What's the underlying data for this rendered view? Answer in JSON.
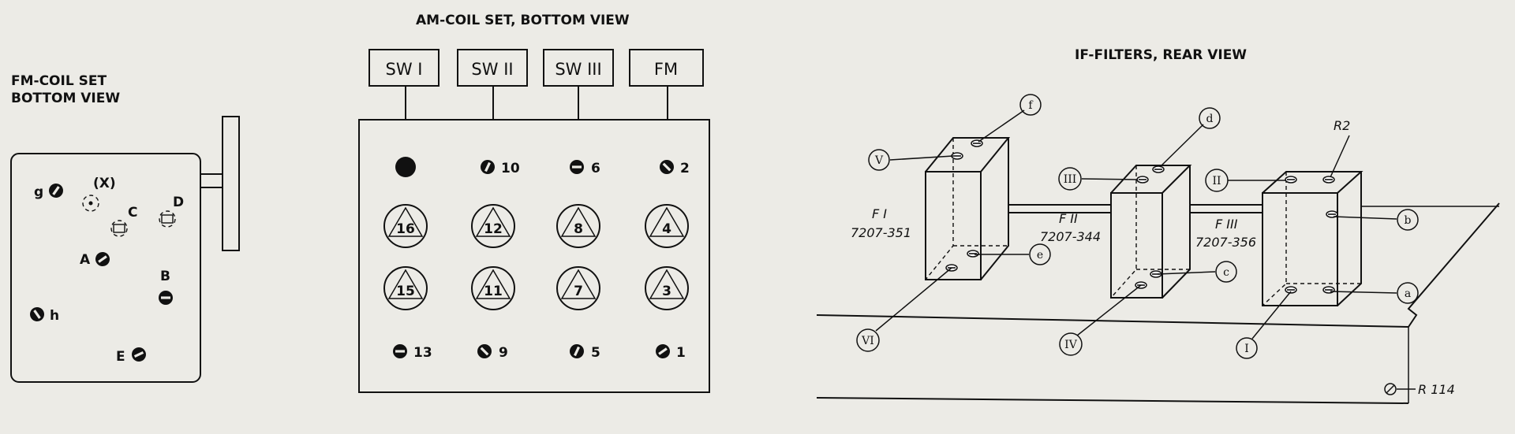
{
  "fm_coil": {
    "title_line1": "FM-COIL SET",
    "title_line2": "BOTTOM VIEW",
    "labels": {
      "g": "g",
      "x": "(X)",
      "c": "C",
      "d": "D",
      "a": "A",
      "b": "B",
      "h": "h",
      "e": "E"
    }
  },
  "am_coil": {
    "title": "AM-COIL SET, BOTTOM VIEW",
    "switches": [
      "SW I",
      "SW II",
      "SW III",
      "FM"
    ],
    "top_numbers": [
      "10",
      "6",
      "2"
    ],
    "row2": [
      "16",
      "12",
      "8",
      "4"
    ],
    "row3": [
      "15",
      "11",
      "7",
      "3"
    ],
    "bottom_numbers": [
      "13",
      "9",
      "5",
      "1"
    ]
  },
  "if_filters": {
    "title": "IF-FILTERS, REAR VIEW",
    "filters": [
      {
        "name": "F I",
        "part": "7207-351"
      },
      {
        "name": "F II",
        "part": "7207-344"
      },
      {
        "name": "F III",
        "part": "7207-356"
      }
    ],
    "letters": {
      "f": "f",
      "d": "d",
      "b": "b",
      "e": "e",
      "c": "c",
      "a": "a"
    },
    "romans": {
      "v": "V",
      "iii": "III",
      "ii": "II",
      "vi": "VI",
      "iv": "IV",
      "i": "I"
    },
    "r2": "R2",
    "r114": "R 114"
  }
}
